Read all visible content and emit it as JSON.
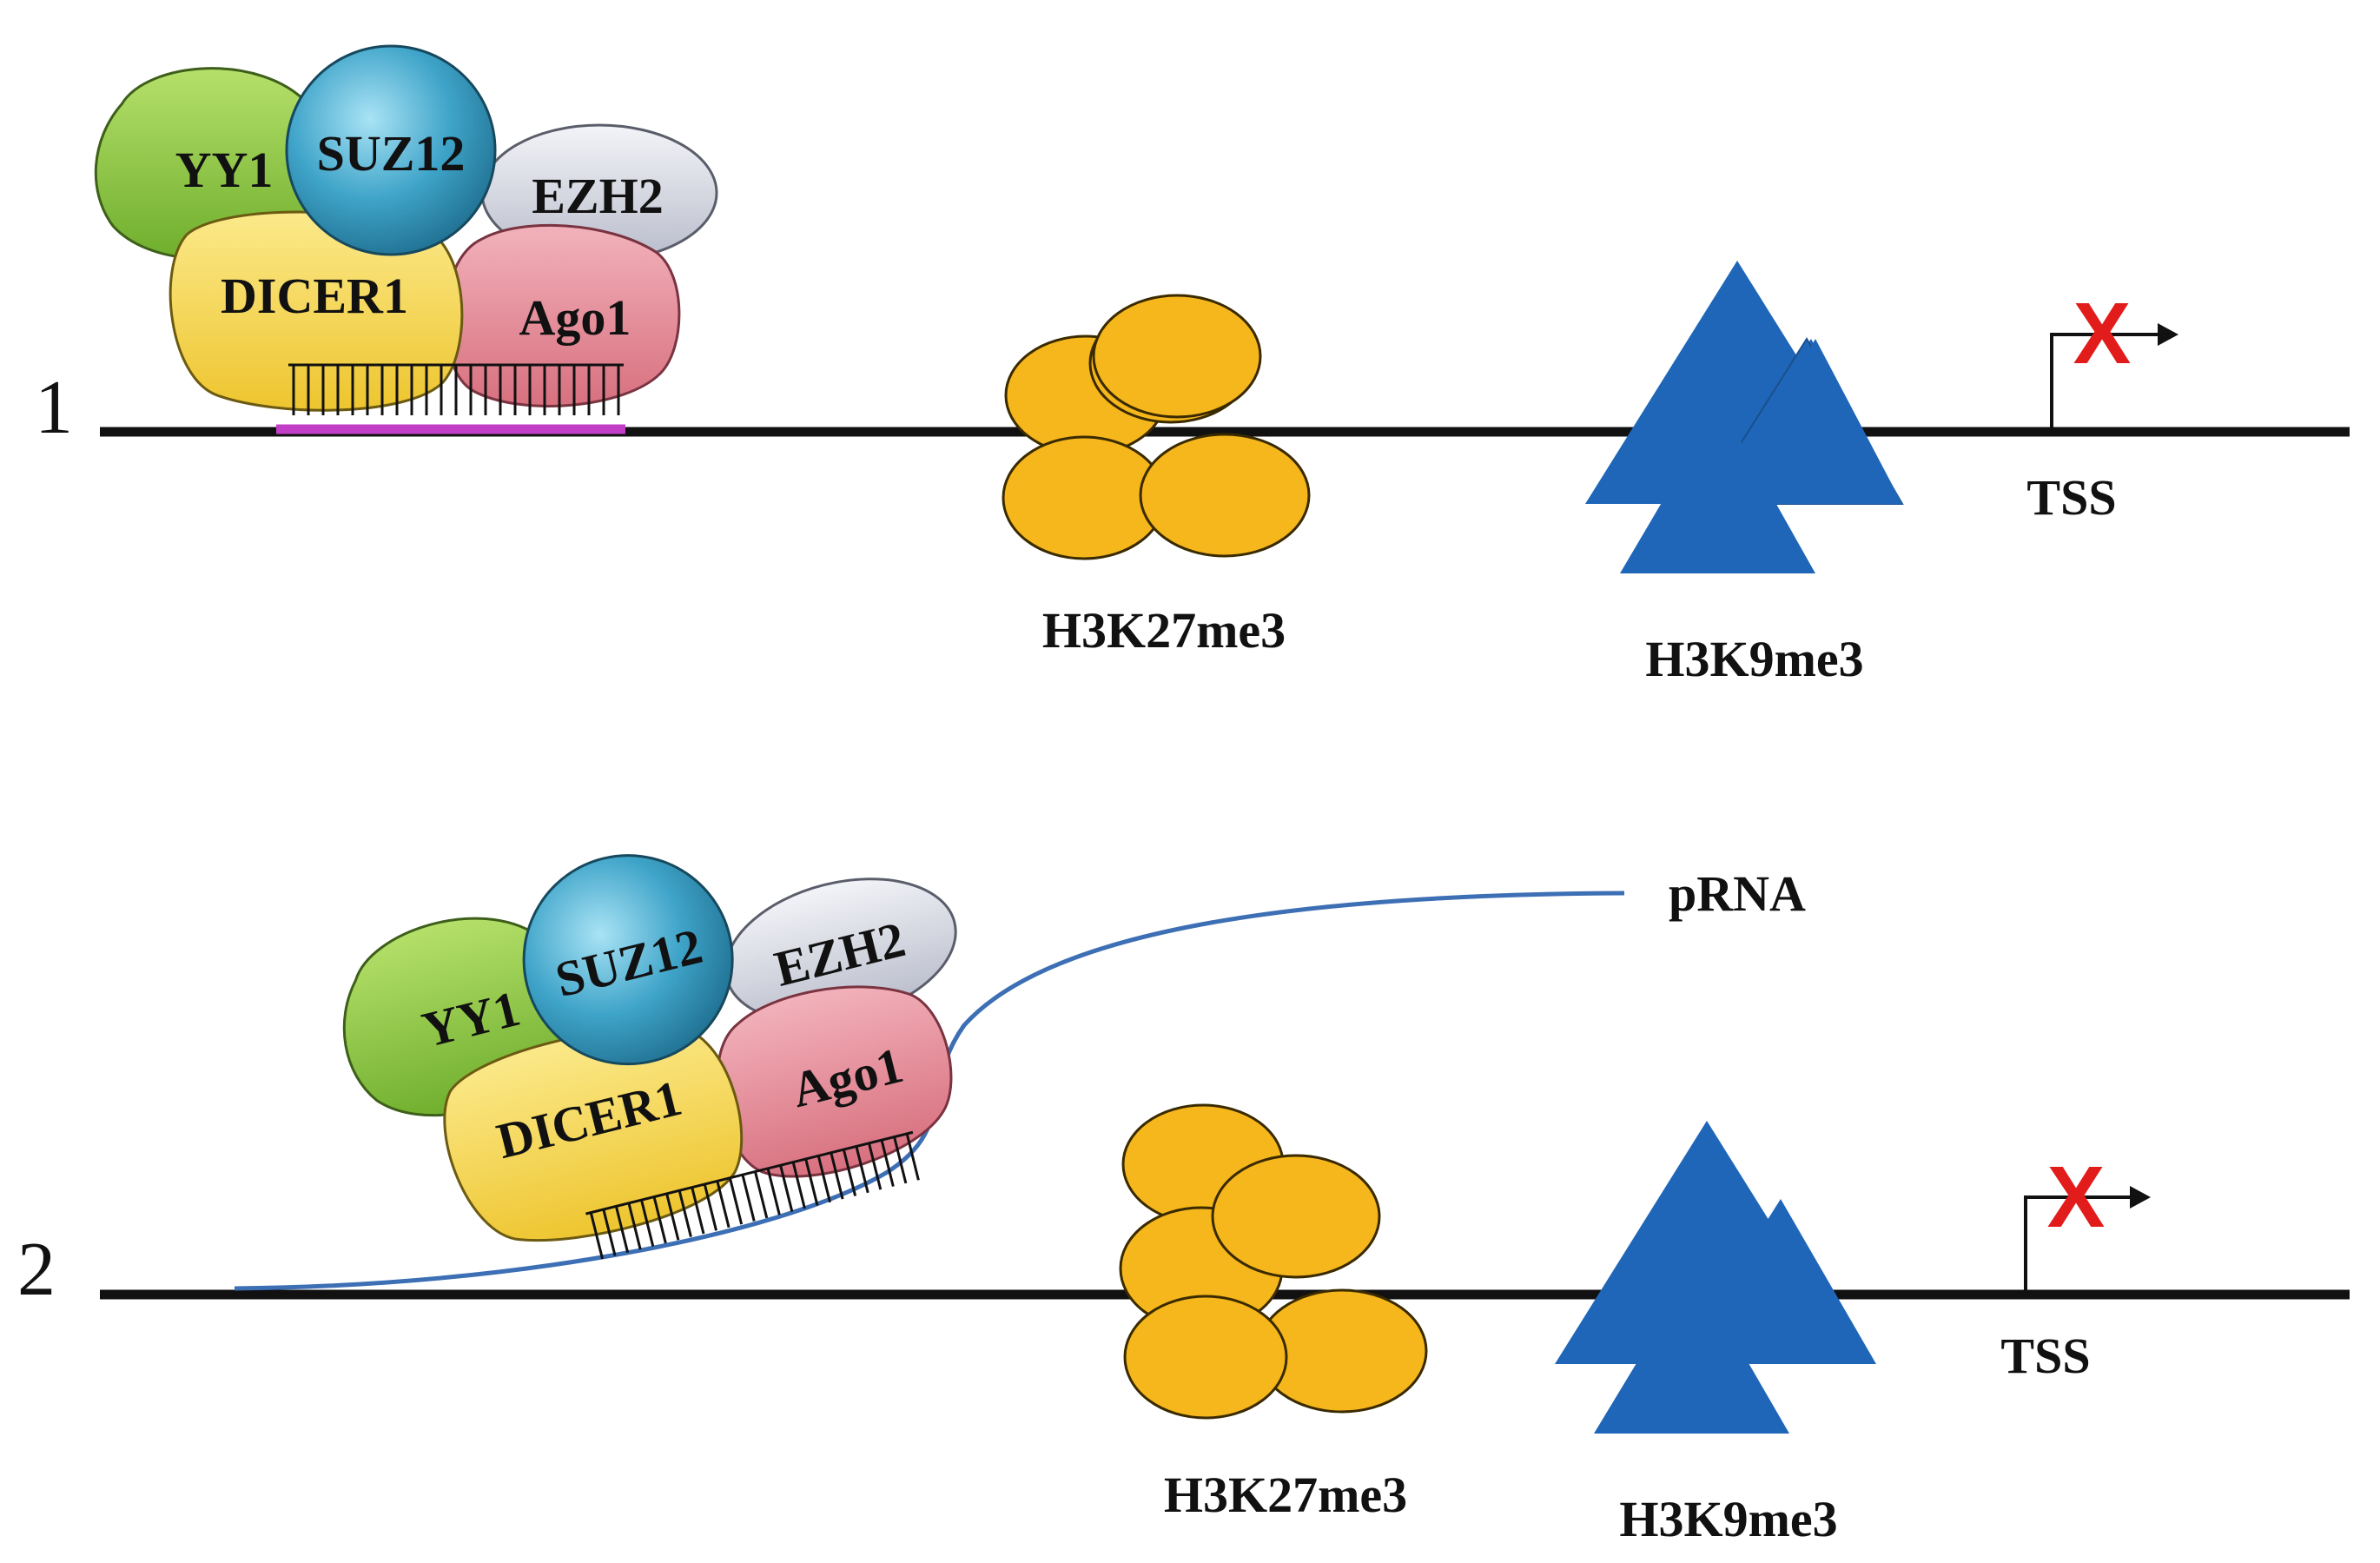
{
  "panels": [
    {
      "number": "1",
      "proteins": {
        "yy1": "YY1",
        "suz12": "SUZ12",
        "ezh2": "EZH2",
        "dicer1": "DICER1",
        "ago1": "Ago1"
      },
      "marks": {
        "h3k27": "H3K27me3",
        "h3k9": "H3K9me3"
      },
      "tss": "TSS",
      "blocked": "X"
    },
    {
      "number": "2",
      "proteins": {
        "yy1": "YY1",
        "suz12": "SUZ12",
        "ezh2": "EZH2",
        "dicer1": "DICER1",
        "ago1": "Ago1"
      },
      "marks": {
        "h3k27": "H3K27me3",
        "h3k9": "H3K9me3"
      },
      "tss": "TSS",
      "blocked": "X",
      "rna": "pRNA"
    }
  ],
  "colors": {
    "dna": "#111111",
    "target_region": "#c23ec7",
    "rna": "#3d6fb5",
    "yy1": "#8cc63e",
    "suz12": "#3fa4c9",
    "ezh2": "#d9dbe6",
    "dicer1": "#f7d84e",
    "ago1": "#e8939f",
    "nucleosome": "#f6b71c",
    "h3k9_triangle": "#1f66b8",
    "blocked_x": "#e21b1b"
  }
}
